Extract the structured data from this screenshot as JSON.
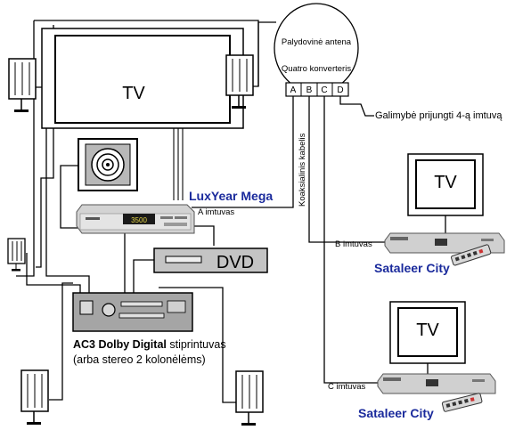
{
  "antenna": {
    "line1": "Palydovinė antena",
    "line2": "Quatro konverteris",
    "ports": [
      "A",
      "B",
      "C",
      "D"
    ]
  },
  "cable_label": "Koaksialinis kabelis",
  "option_label": "Galimybė prijungti 4-ą imtuvą",
  "main_tv_label": "TV",
  "receivers": {
    "main_name": "LuxYear Mega",
    "main_port": "A imtuvas",
    "b_port": "B imtuvas",
    "b_name": "Sataleer City",
    "c_port": "C imtuvas",
    "c_name": "Sataleer City"
  },
  "small_tv_label": "TV",
  "small_tv2_label": "TV",
  "receiver_display": "3500",
  "dvd_label": "DVD",
  "amplifier": {
    "line1_bold": "AC3 Dolby Digital",
    "line1_rest": " stiprintuvas",
    "line2": "(arba stereo 2 kolonėlėms)"
  },
  "colors": {
    "device_label_blue": "#1a2a9c",
    "device_grey": "#c8c8c8",
    "amplifier_grey": "#a8a8a8",
    "cable_grey": "#8a8a8a"
  }
}
